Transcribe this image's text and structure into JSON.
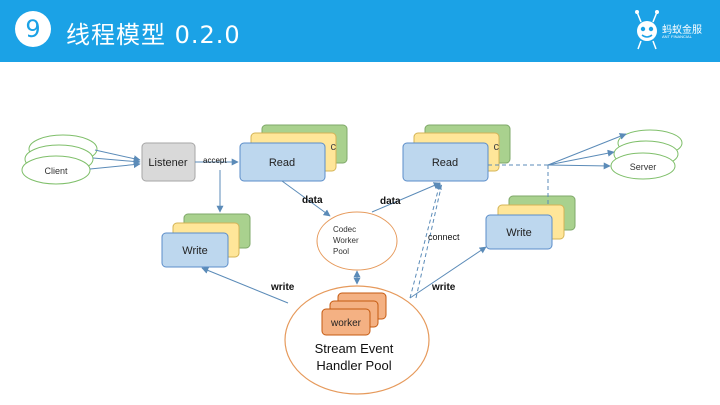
{
  "header": {
    "slide_number": "9",
    "title": "线程模型 0.2.0",
    "logo_text": "蚂蚁金服",
    "logo_subtext": "ANT FINANCIAL",
    "colors": {
      "bar": "#1ba2e6",
      "text": "#ffffff"
    }
  },
  "diagram": {
    "nodes": {
      "client": "Client",
      "listener": "Listener",
      "read_left": "Read",
      "read_right": "Read",
      "write_left": "Write",
      "write_right": "Write",
      "server": "Server",
      "codec_line1": "Codec",
      "codec_line2": "Worker",
      "codec_line3": "Pool",
      "worker": "worker",
      "handler_line1": "Stream Event",
      "handler_line2": "Handler Pool",
      "stack_edge_char": "c"
    },
    "edges": {
      "accept": "accept",
      "data_left": "data",
      "data_right": "data",
      "connect": "connect",
      "write_left": "write",
      "write_right": "write"
    },
    "colors": {
      "blue_box": "#bdd7ee",
      "blue_border": "#5b8dc9",
      "yellow_box": "#ffe699",
      "green_box": "#a9d18e",
      "gray_box": "#d9d9d9",
      "orange_box": "#f4b183",
      "orange_line": "#e69a5c",
      "arrow": "#5b8bb8"
    }
  }
}
